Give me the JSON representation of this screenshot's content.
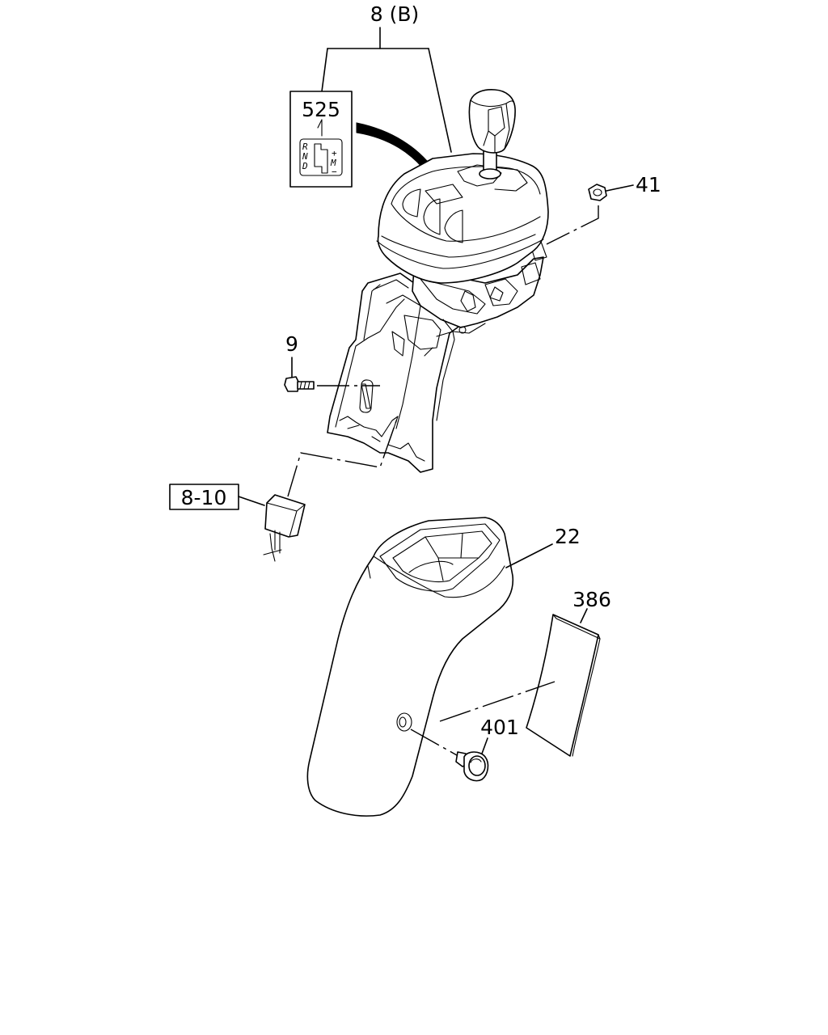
{
  "diagram": {
    "callouts": {
      "assembly": "8 (B)",
      "label_part": "525",
      "nut": "41",
      "bolt": "9",
      "connector": "8-10",
      "console": "22",
      "pad": "386",
      "clip": "401"
    },
    "gate_label": {
      "r": "R",
      "n": "N",
      "d": "D",
      "plus": "+",
      "m": "M",
      "minus": "−"
    }
  }
}
